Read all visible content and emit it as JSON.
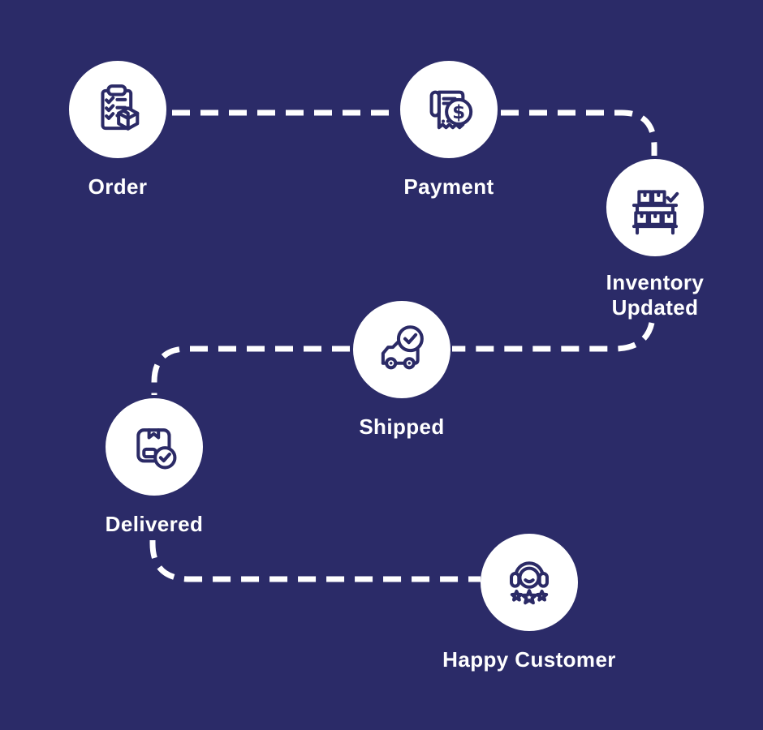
{
  "colors": {
    "background": "#2b2b68",
    "circle_fill": "#ffffff",
    "icon_stroke": "#2b2a66",
    "connector": "#ffffff",
    "label_text": "#ffffff"
  },
  "flow": {
    "type": "process-flow",
    "nodes": [
      {
        "label": "Order",
        "icon": "order-clipboard-checklist-box-icon"
      },
      {
        "label": "Payment",
        "icon": "payment-receipt-dollar-icon"
      },
      {
        "label": "Inventory Updated",
        "icon": "inventory-shelf-boxes-check-icon"
      },
      {
        "label": "Shipped",
        "icon": "shipping-truck-check-icon"
      },
      {
        "label": "Delivered",
        "icon": "delivered-package-check-icon"
      },
      {
        "label": "Happy Customer",
        "icon": "happy-customer-headset-stars-icon"
      }
    ],
    "sequence": [
      "Order",
      "Payment",
      "Inventory Updated",
      "Shipped",
      "Delivered",
      "Happy Customer"
    ],
    "connector_style": "dashed"
  }
}
